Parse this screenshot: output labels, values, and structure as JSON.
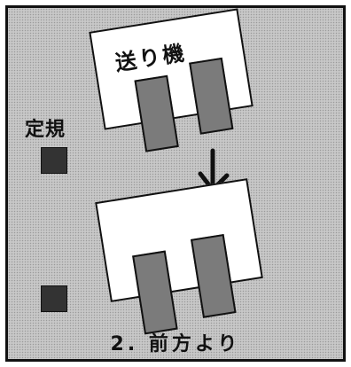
{
  "diagram": {
    "feeder_label": "送り機",
    "ruler_label": "定規",
    "caption": "2. 前方より",
    "colors": {
      "roller_fill": "#7b7b7b",
      "ruler_fill": "#333333",
      "background": "#cfcfcf",
      "outline": "#111111"
    },
    "icons": [
      "down-arrow-icon"
    ]
  }
}
